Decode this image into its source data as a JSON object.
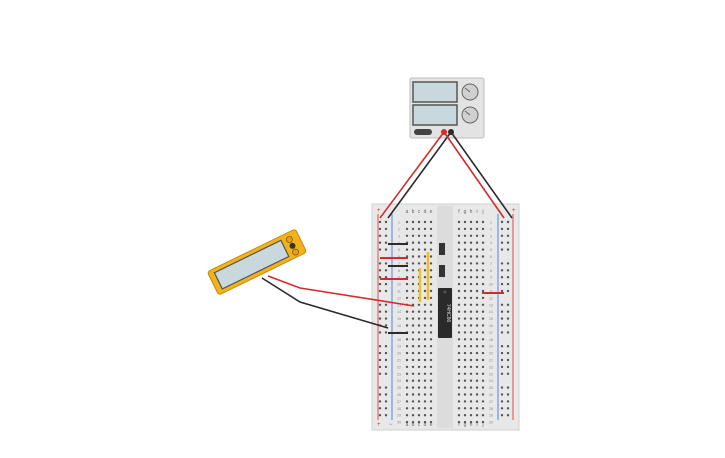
{
  "circuit": {
    "power_supply": {
      "label_top": "",
      "label_bottom": ""
    },
    "breadboard": {
      "columns_left": [
        "a",
        "b",
        "c",
        "d",
        "e"
      ],
      "columns_right": [
        "f",
        "g",
        "h",
        "i",
        "j"
      ],
      "rail_plus": "+",
      "rail_minus": "−",
      "row_count": 30
    },
    "chip": {
      "label": "74HC86"
    },
    "multimeter": {
      "display": ""
    },
    "colors": {
      "wire_red": "#d42b2b",
      "wire_black": "#2b2b2b",
      "multimeter_body": "#f2b21a",
      "chip": "#2a2a2a",
      "led_yellow": "#f0c020"
    }
  }
}
